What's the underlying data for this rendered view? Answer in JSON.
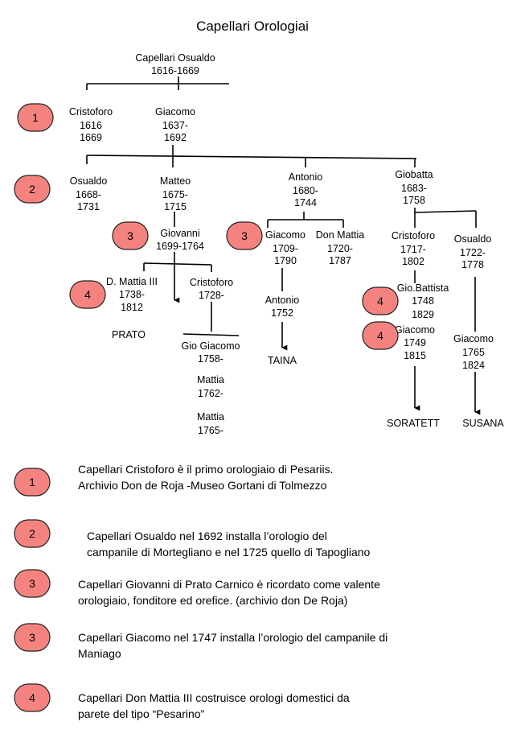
{
  "title": "Capellari Orologiai",
  "people": {
    "osualdo_root": [
      "Capellari Osualdo",
      "1616-1669"
    ],
    "cristoforo_1": [
      "Cristoforo",
      "1616",
      "1669"
    ],
    "giacomo_1": [
      "Giacomo",
      "1637-",
      "1692"
    ],
    "osualdo_2": [
      "Osualdo",
      "1668-",
      "1731"
    ],
    "matteo": [
      "Matteo",
      "1675-",
      "1715"
    ],
    "antonio_1": [
      "Antonio",
      "1680-",
      "1744"
    ],
    "giobatta": [
      "Giobatta",
      "1683-",
      "1758"
    ],
    "giovanni": [
      "Giovanni",
      "1699-1764"
    ],
    "giacomo_2": [
      "Giacomo",
      "1709-",
      "1790"
    ],
    "don_mattia": [
      "Don Mattia",
      "1720-",
      "1787"
    ],
    "cristoforo_2": [
      "Cristoforo",
      "1717-",
      "1802"
    ],
    "osualdo_3": [
      "Osualdo",
      "1722-",
      "1778"
    ],
    "d_mattia_iii": [
      "D. Mattia III",
      "1738-",
      "1812"
    ],
    "cristoforo_3": [
      "Cristoforo",
      "1728-"
    ],
    "antonio_2": [
      "Antonio",
      "1752"
    ],
    "gio_battista": [
      "Gio.Battista",
      "1748",
      "1829"
    ],
    "giacomo_3": [
      "Giacomo",
      "1749",
      "1815"
    ],
    "giacomo_4": [
      "Giacomo",
      "1765",
      "1824"
    ],
    "gio_giacomo": [
      "Gio Giacomo",
      "1758-"
    ],
    "mattia_1": [
      "Mattia",
      "1762-"
    ],
    "mattia_2": [
      "Mattia",
      "1765-"
    ]
  },
  "places": {
    "prato": "PRATO",
    "taina": "TAINA",
    "soratett": "SORATETT",
    "susana": "SUSANA"
  },
  "badges": {
    "cristoforo": "1",
    "osualdo": "2",
    "giovanni": "3",
    "giacomo": "3",
    "d_mattia": "4",
    "gio_battista": "4",
    "giacomo_late": "4"
  },
  "notes": [
    {
      "badge": "1",
      "lines": [
        "Capellari Cristoforo è il primo orologiaio di Pesariis.",
        "Archivio Don de Roja -Museo Gortani di Tolmezzo"
      ]
    },
    {
      "badge": "2",
      "lines": [
        "Capellari Osualdo nel 1692 installa l’orologio del",
        "campanile di Mortegliano e nel 1725 quello di Tapogliano"
      ]
    },
    {
      "badge": "3",
      "lines": [
        "Capellari Giovanni di Prato Carnico è ricordato come valente",
        "orologiaio, fonditore ed orefice. (archivio don De Roja)"
      ]
    },
    {
      "badge": "3",
      "lines": [
        "Capellari Giacomo nel 1747 installa l’orologio del campanile di",
        "Maniago"
      ]
    },
    {
      "badge": "4",
      "lines": [
        "Capellari Don Mattia III costruisce orologi domestici da",
        "parete del tipo “Pesarino”"
      ]
    }
  ]
}
